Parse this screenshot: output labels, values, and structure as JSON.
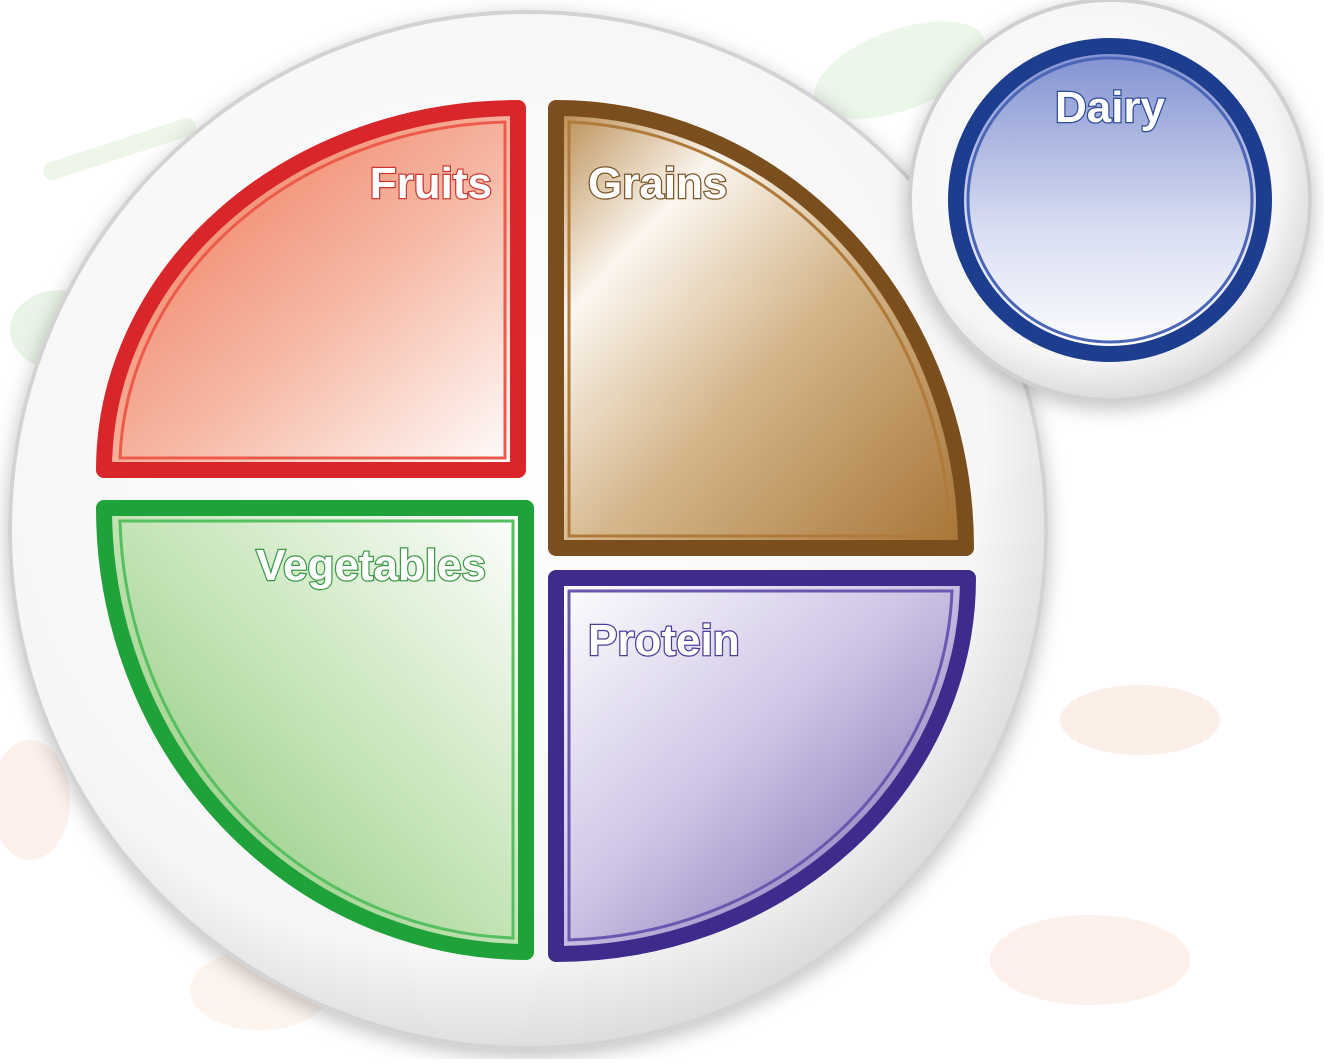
{
  "plate": {
    "sections": [
      {
        "id": "fruits",
        "label": "Fruits",
        "color": "#d8262a",
        "fill": "#ee8066",
        "text_stroke": "#c93a33"
      },
      {
        "id": "grains",
        "label": "Grains",
        "color": "#7a4f1d",
        "fill": "#b98c55",
        "text_stroke": "#7a5426"
      },
      {
        "id": "vegetables",
        "label": "Vegetables",
        "color": "#1fa23a",
        "fill": "#8fcb7e",
        "text_stroke": "#3e9a47"
      },
      {
        "id": "protein",
        "label": "Protein",
        "color": "#3e2b8c",
        "fill": "#8d7cc0",
        "text_stroke": "#4f3c96"
      }
    ]
  },
  "dairy": {
    "label": "Dairy",
    "color": "#1d3d8f",
    "fill": "#8b98d4",
    "text_stroke": "#2e4b96"
  }
}
